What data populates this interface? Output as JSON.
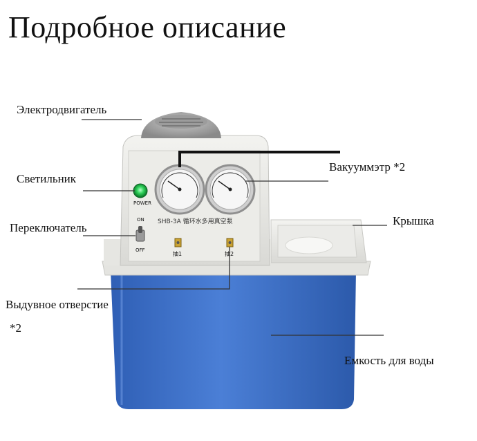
{
  "title": "Подробное описание",
  "labels": {
    "motor": "Электродвигатель",
    "lamp": "Светильник",
    "switch": "Переключатель",
    "outlet": "Выдувное отверстие",
    "outlet_count": "*2",
    "gauge": "Вакууммэтр *2",
    "lid": "Крышка",
    "tank": "Емкость для воды"
  },
  "panel": {
    "power": "POWER",
    "on": "ON",
    "off": "OFF",
    "model": "SHB-3A 循环水多用真空泵",
    "port1": "抽1",
    "port2": "抽2"
  },
  "colors": {
    "tank": "#3a6cc4",
    "body": "#e8e8e4",
    "lamp": "#2fd15a"
  }
}
